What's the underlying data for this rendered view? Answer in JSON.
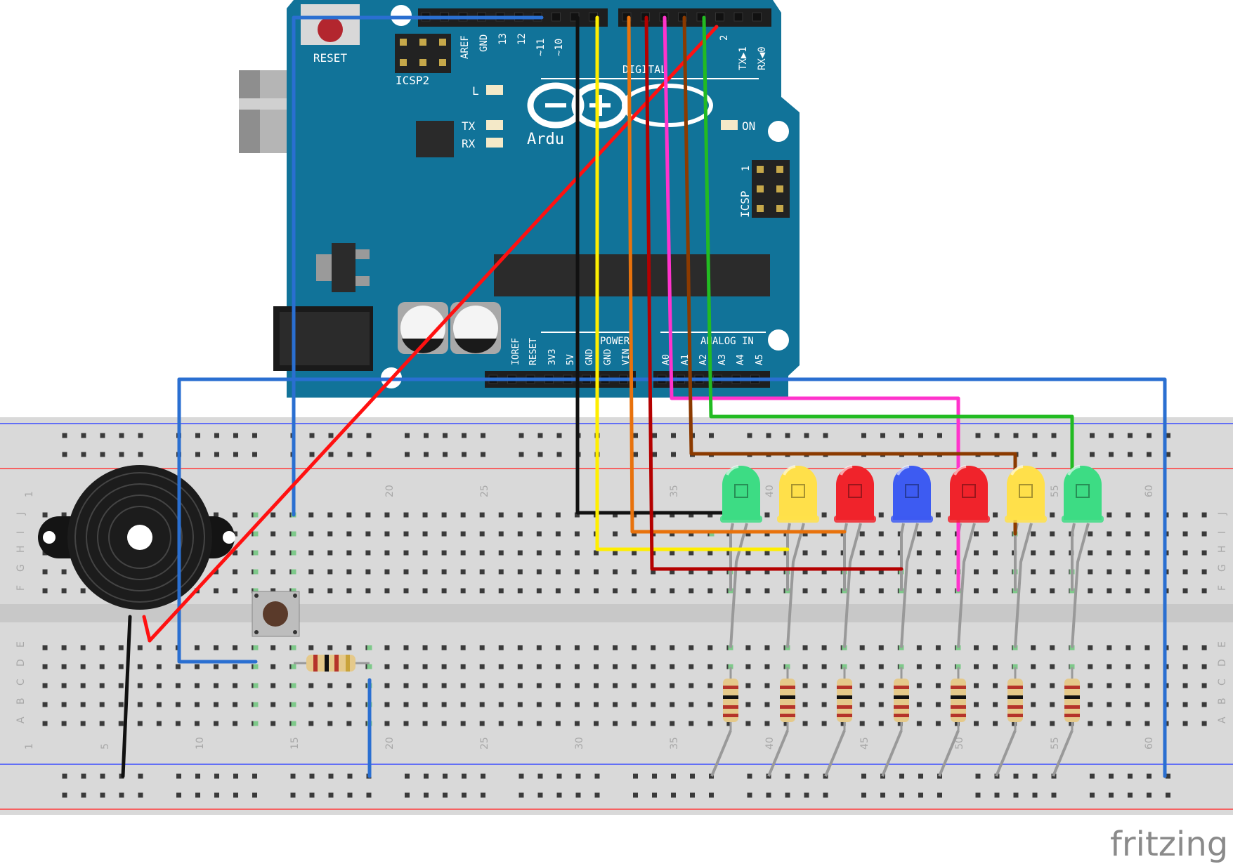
{
  "arduino": {
    "reset_label": "RESET",
    "icsp2_label": "ICSP2",
    "icsp_label": "ICSP",
    "icsp_pin1": "1",
    "led_l": "L",
    "led_tx": "TX",
    "led_rx": "RX",
    "led_on": "ON",
    "brand_partial": "Ardu",
    "top_header_labels": [
      "AREF",
      "GND",
      "13",
      "12",
      "~11",
      "~10",
      "2",
      "TX▶1",
      "RX◀0"
    ],
    "digital_partial": "DIGITAL",
    "bottom_header_labels": [
      "IOREF",
      "RESET",
      "3V3",
      "5V",
      "GND",
      "GND",
      "VIN",
      "A0",
      "A1",
      "A2",
      "A3",
      "A4",
      "A5"
    ],
    "power_label": "POWER",
    "analog_label": "ANALOG IN"
  },
  "breadboard": {
    "row_letters_top": [
      "J",
      "I",
      "H",
      "G",
      "F"
    ],
    "row_letters_bottom": [
      "E",
      "D",
      "C",
      "B",
      "A"
    ],
    "column_numbers_top": [
      "1",
      "20",
      "25",
      "35",
      "40",
      "55",
      "60"
    ],
    "column_numbers_bottom": [
      "1",
      "5",
      "10",
      "15",
      "20",
      "25",
      "30",
      "35",
      "40",
      "45",
      "50",
      "55",
      "60"
    ]
  },
  "components": {
    "led_colors": [
      "#3ddc84",
      "#ffe04a",
      "#f0232b",
      "#3d5bf2",
      "#f0232b",
      "#ffe04a",
      "#3ddc84"
    ],
    "wire_colors": {
      "black": "#111111",
      "yellow": "#ffee00",
      "orange": "#e8720c",
      "darkred": "#b40000",
      "magenta": "#ff33cc",
      "brown": "#8b3a00",
      "green": "#22bb22",
      "blue": "#2a6fd1",
      "red": "#ff1111"
    }
  },
  "watermark": "fritzing"
}
